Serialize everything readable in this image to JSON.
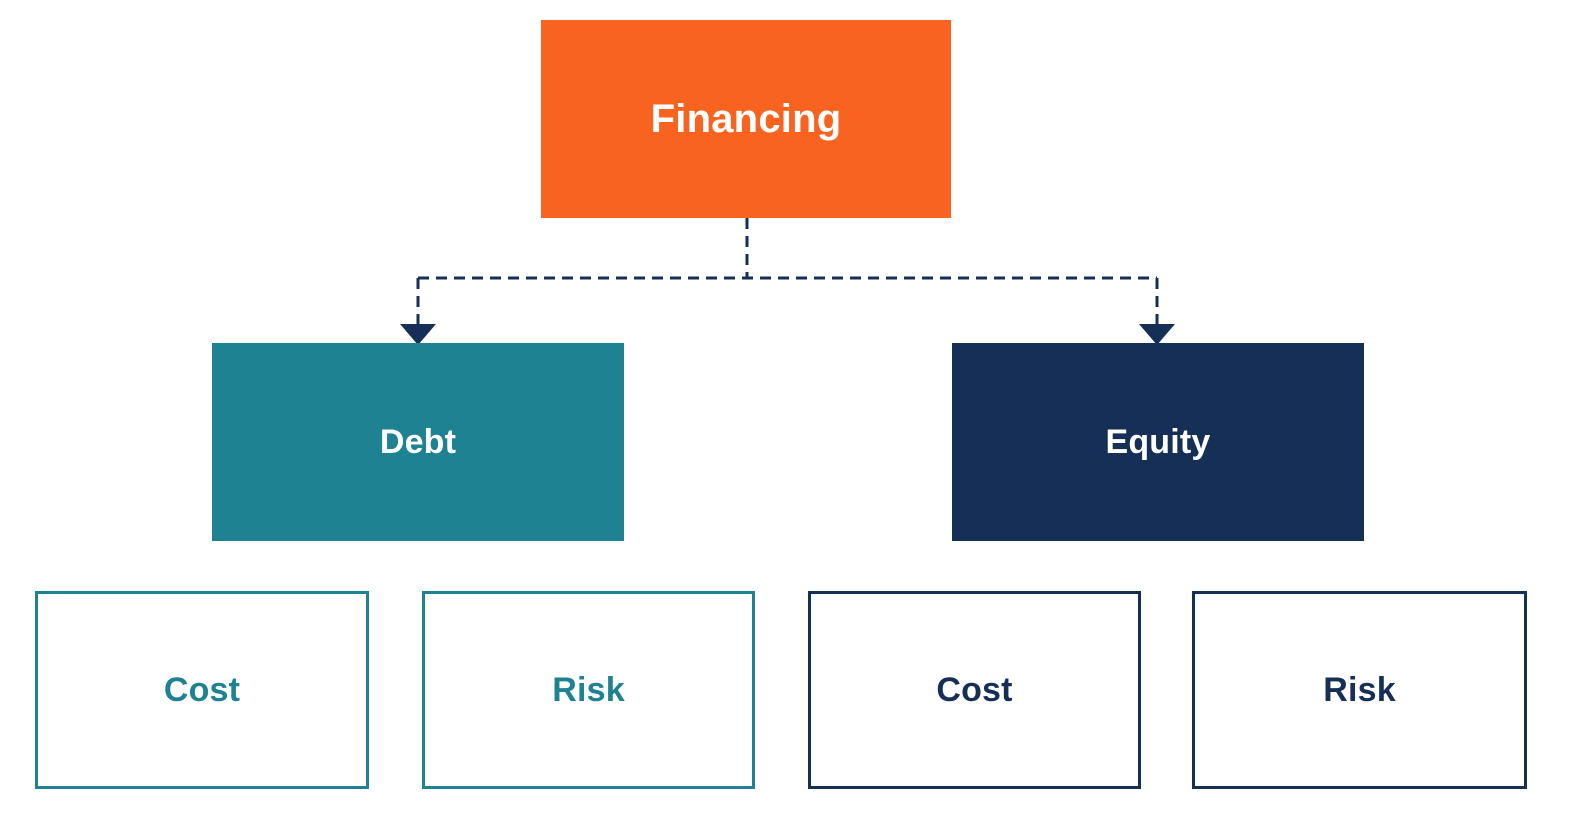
{
  "diagram": {
    "title": "Financing structure tree",
    "background_color": "#ffffff",
    "palette": {
      "orange": "#f96320",
      "teal": "#1e8292",
      "navy": "#152f57",
      "white": "#ffffff",
      "connector": "#152f57"
    },
    "root": {
      "label": "Financing",
      "fill": "#f96320",
      "text_color": "#ffffff"
    },
    "branches": [
      {
        "label": "Debt",
        "fill": "#1e8292",
        "text_color": "#ffffff",
        "children": [
          {
            "label": "Cost",
            "border_color": "#1e8292",
            "text_color": "#1e8292"
          },
          {
            "label": "Risk",
            "border_color": "#1e8292",
            "text_color": "#1e8292"
          }
        ]
      },
      {
        "label": "Equity",
        "fill": "#152f57",
        "text_color": "#ffffff",
        "children": [
          {
            "label": "Cost",
            "border_color": "#152f57",
            "text_color": "#152f57"
          },
          {
            "label": "Risk",
            "border_color": "#152f57",
            "text_color": "#152f57"
          }
        ]
      }
    ],
    "connectors": {
      "style": "dashed",
      "color": "#152f57",
      "width": 3,
      "dash_pattern": "11 7",
      "arrowhead": "filled-triangle-down"
    }
  }
}
